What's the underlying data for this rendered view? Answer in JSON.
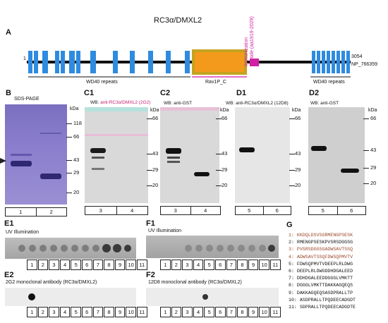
{
  "colors": {
    "domain_blue": "#2e8be0",
    "rav_orange": "#f39a1c",
    "rav_olive": "#c4a320",
    "peptide_magenta": "#d01fa5",
    "anti_rc3_label": "#c42072",
    "peptide_highlight": "#9a4a2b"
  },
  "panel_a": {
    "letter": "A",
    "title": "RC3α/DMXL2",
    "start": "1",
    "end": "3054",
    "accession": "NP_766359",
    "immunization_label_1": "immunization",
    "immunization_label_2": "peptide (aa1919-2029)",
    "wd40_left": "WD40 repeats",
    "rav": "Rav1P_C",
    "wd40_right": "WD40 repeats"
  },
  "panel_b": {
    "letter": "B",
    "title": "SDS-PAGE",
    "kda": "kDa",
    "markers": [
      "118",
      "66",
      "43",
      "29",
      "20"
    ],
    "lanes": [
      "1",
      "2"
    ]
  },
  "panel_c1": {
    "letter": "C1",
    "wb_prefix": "WB: ",
    "wb_antibody": "anti-RC3α/DMXL2 (2G2)",
    "kda": "kDa",
    "markers": [
      "66",
      "43",
      "29",
      "20"
    ],
    "lanes": [
      "3",
      "4"
    ]
  },
  "panel_c2": {
    "letter": "C2",
    "wb": "WB: anti-GST",
    "kda": "kDa",
    "markers": [
      "66",
      "43",
      "29",
      "20"
    ],
    "lanes": [
      "3",
      "4"
    ]
  },
  "panel_d1": {
    "letter": "D1",
    "wb": "WB: anti-RC3α/DMXL2 (12D8)",
    "kda": "kDa",
    "markers": [
      "66",
      "43",
      "29",
      "20"
    ],
    "lanes": [
      "5",
      "6"
    ]
  },
  "panel_d2": {
    "letter": "D2",
    "wb": "WB: anti-GST",
    "kda": "kDa",
    "markers": [
      "66",
      "43",
      "29",
      "20"
    ],
    "lanes": [
      "5",
      "6"
    ]
  },
  "panel_e1": {
    "letter": "E1",
    "title": "UV Illumination"
  },
  "panel_e2": {
    "letter": "E2",
    "title": "2G2 monoclonal antibody (RC3α/DMXL2)"
  },
  "panel_f1": {
    "letter": "F1",
    "title": "UV Illumination"
  },
  "panel_f2": {
    "letter": "F2",
    "title": "12D8 monoclonal antibody (RC3α/DMXL2)"
  },
  "spot_numbers": [
    "1",
    "2",
    "3",
    "4",
    "5",
    "6",
    "7",
    "8",
    "9",
    "10",
    "11"
  ],
  "panel_g": {
    "letter": "G",
    "peptides": [
      {
        "num": "1:",
        "seq": "KKDQLDSVSGRMENGPSESK",
        "hl": true
      },
      {
        "num": "2:",
        "seq": "RMENGPSESKPVSRSDGGSG",
        "hl": false
      },
      {
        "num": "3:",
        "seq": "PVSRSDGGSGADWSAVTSSQ",
        "hl": true
      },
      {
        "num": "4:",
        "seq": "ADWSAVTSSQFDWSQPMVTV",
        "hl": true
      },
      {
        "num": "5:",
        "seq": "FDWSQPMVTVDEEPLRLDWG",
        "hl": false
      },
      {
        "num": "6:",
        "seq": "DEEPLRLDWGDDHDGALEED",
        "hl": false
      },
      {
        "num": "7:",
        "seq": "DDHDGALEEDDGGGLVMKTT",
        "hl": false
      },
      {
        "num": "8:",
        "seq": "DGGGLVMKTTDAKKAGQEQS",
        "hl": false
      },
      {
        "num": "9:",
        "seq": "DAKKAGQEQSASDPRALLTP",
        "hl": false
      },
      {
        "num": "10:",
        "seq": "ASDPRALLTPQDEECADGDT",
        "hl": false
      },
      {
        "num": "11:",
        "seq": "SDPRALLTPQDEECADGDTE",
        "hl": false
      }
    ]
  }
}
